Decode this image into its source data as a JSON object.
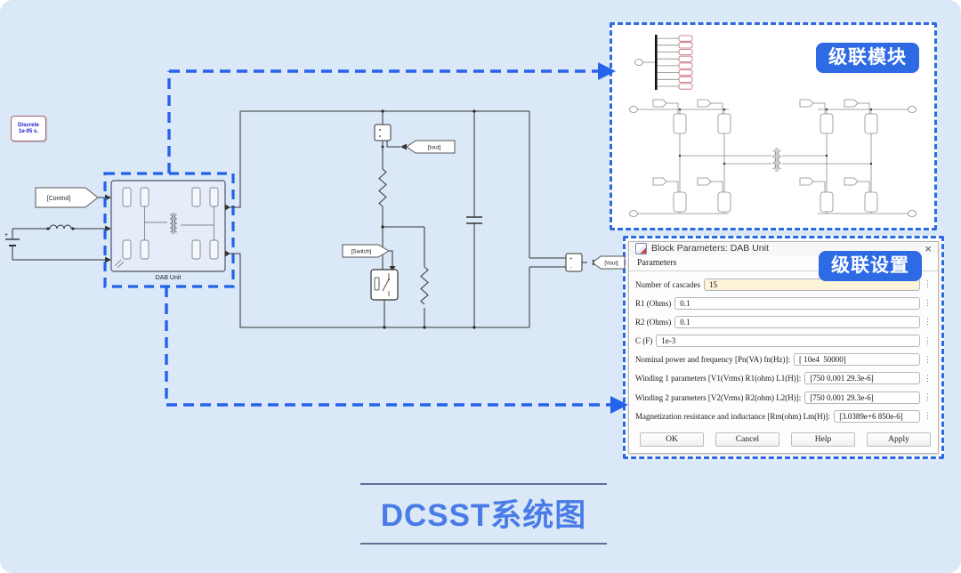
{
  "colors": {
    "background": "#dbe8f7",
    "accent_blue": "#2b6ae3",
    "badge_bg": "#2e6ae4",
    "highlight_field": "#fcf3d8",
    "powergui_border": "#a0616d",
    "powergui_text": "#1a1acd",
    "title_text": "#4a7ce8"
  },
  "icons": {
    "kebab": "⋮",
    "close": "×"
  },
  "powergui": {
    "line1": "Discrete",
    "line2": "1e-05 s."
  },
  "main_diagram": {
    "control_tag": "[Control]",
    "iout_tag": "[Iout]",
    "switch_tag": "[Switch]",
    "vout_tag": "[Vout]",
    "dab_unit_label": "DAB Unit",
    "battery_plus": "+"
  },
  "cascade_module_panel": {
    "badge": "级联模块"
  },
  "settings_panel": {
    "badge": "级联设置",
    "dialog": {
      "title": "Block Parameters: DAB Unit",
      "tab": "Parameters",
      "fields": [
        {
          "label": "Number of cascades",
          "value": "15",
          "highlight": true
        },
        {
          "label": "R1 (Ohms)",
          "value": "0.1",
          "highlight": false
        },
        {
          "label": "R2 (Ohms)",
          "value": "0.1",
          "highlight": false
        },
        {
          "label": "C (F)",
          "value": "1e-3",
          "highlight": false
        },
        {
          "label": "Nominal power and frequency [Pn(VA) fn(Hz)]:",
          "value": "[ 10e4  50000]",
          "highlight": false
        },
        {
          "label": "Winding 1 parameters [V1(Vrms) R1(ohm) L1(H)]:",
          "value": "[750 0.001 29.3e-6]",
          "highlight": false
        },
        {
          "label": "Winding 2 parameters [V2(Vrms) R2(ohm) L2(H)]:",
          "value": "[750 0.001 29.3e-6]",
          "highlight": false
        },
        {
          "label": "Magnetization resistance and inductance [Rm(ohm) Lm(H)]:",
          "value": "[3.0389e+6 850e-6]",
          "highlight": false
        }
      ],
      "buttons": [
        "OK",
        "Cancel",
        "Help",
        "Apply"
      ]
    }
  },
  "title": {
    "text": "DCSST系统图"
  }
}
